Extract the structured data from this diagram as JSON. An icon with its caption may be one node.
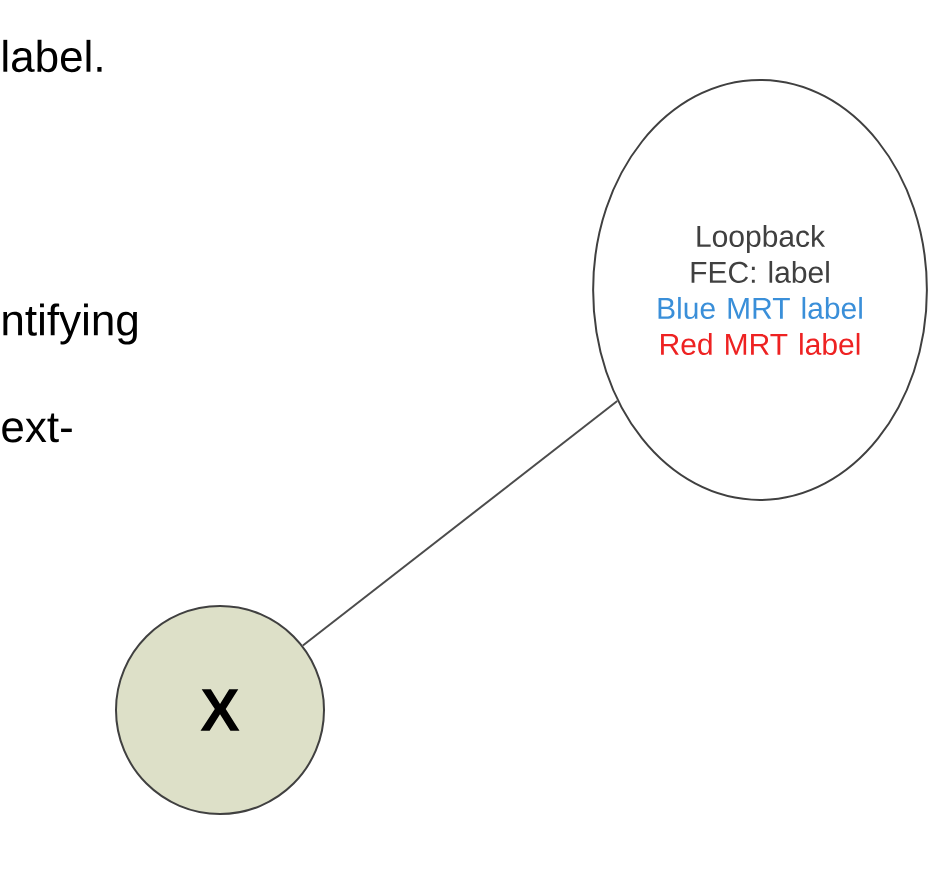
{
  "diagram": {
    "nodes": [
      {
        "text": [
          "Loopback FEC: label",
          "Blue MRT label",
          "Red MRT label"
        ]
      },
      {
        "text": [
          "X"
        ]
      }
    ],
    "edges": [
      {
        "from": 0,
        "to": 1,
        "arrow": "none"
      }
    ],
    "labels": [
      "label.",
      "ntifying",
      "ext-"
    ]
  }
}
